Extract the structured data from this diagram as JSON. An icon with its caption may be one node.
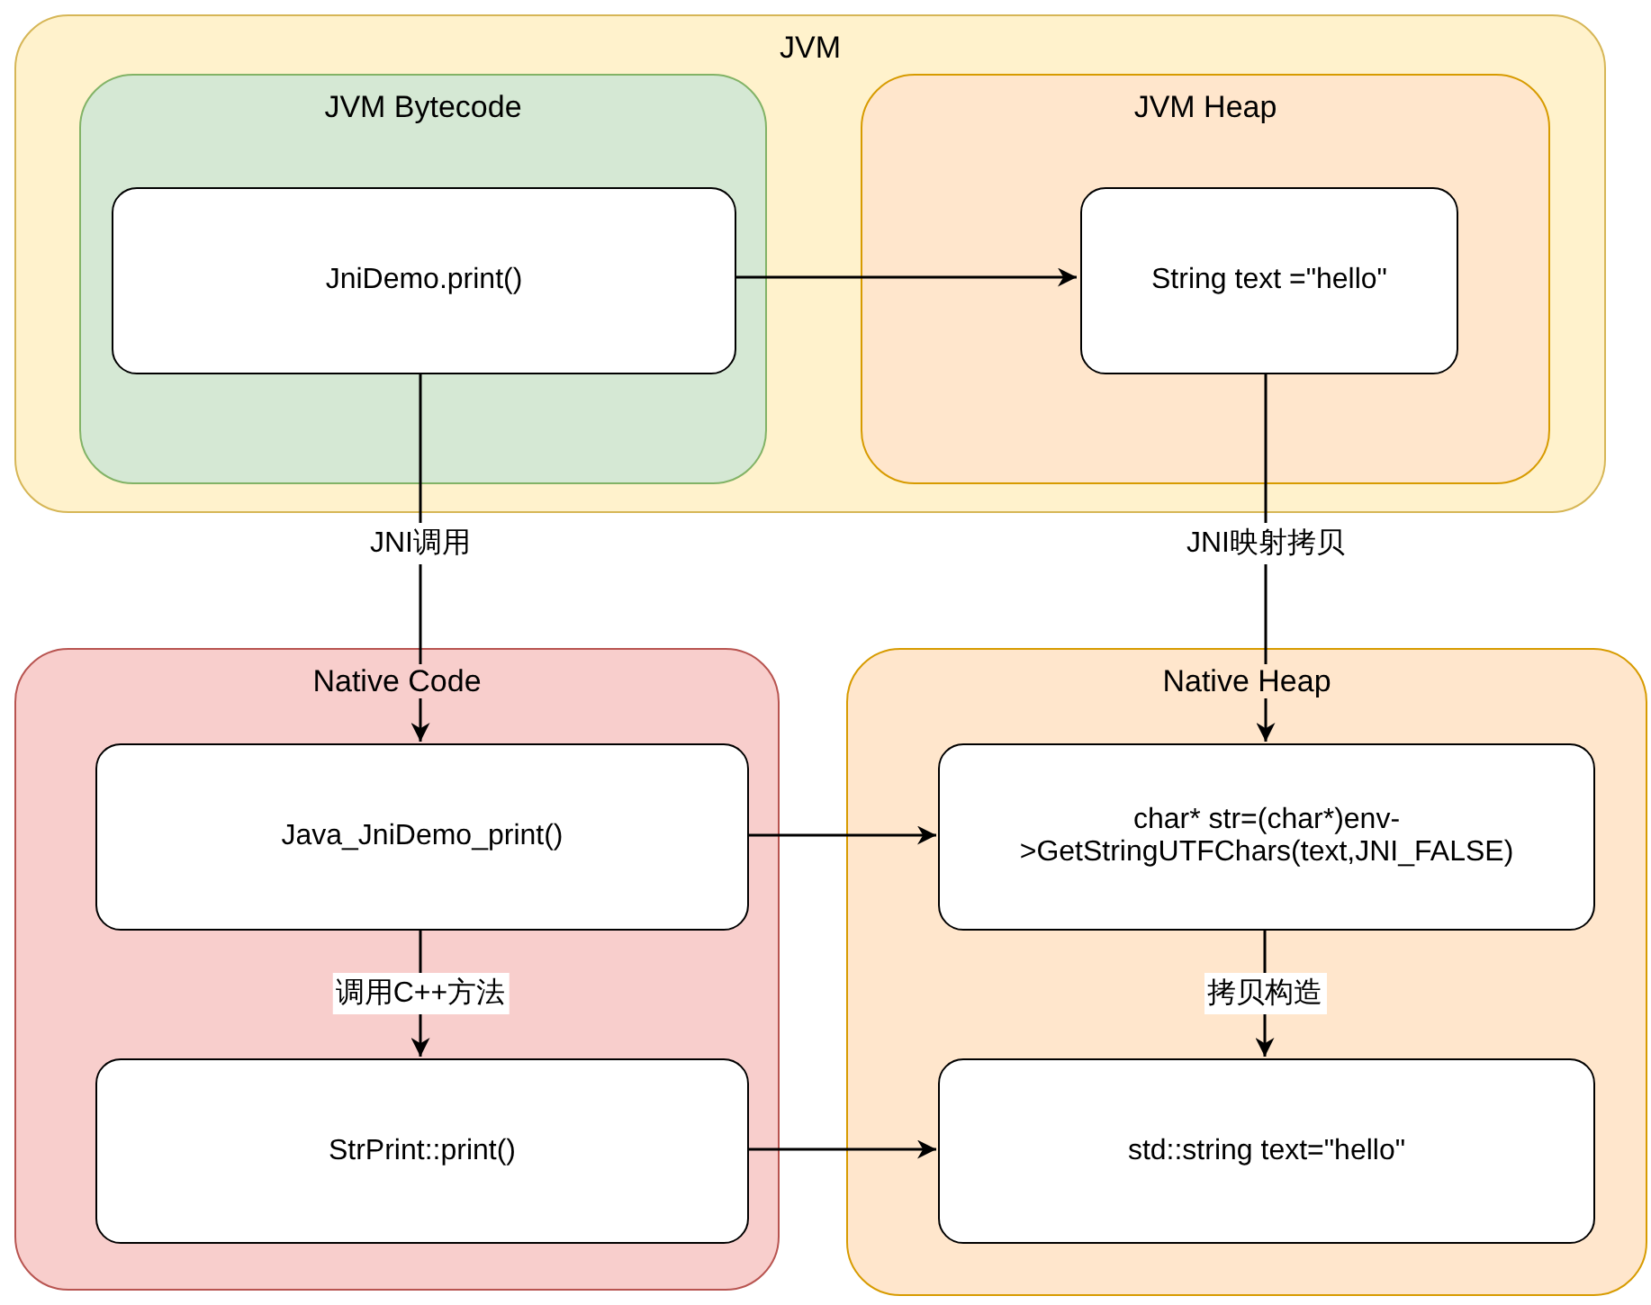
{
  "diagram": {
    "nodes": [
      {
        "text": [
          "JVM"
        ]
      },
      {
        "text": [
          "JVM Bytecode"
        ],
        "in": 0
      },
      {
        "text": [
          "JniDemo.print()"
        ],
        "in": 1
      },
      {
        "text": [
          "JVM Heap"
        ],
        "in": 0
      },
      {
        "text": [
          "String text =\"hello\""
        ],
        "in": 3
      },
      {
        "text": [
          "Native Code"
        ]
      },
      {
        "text": [
          "Java_JniDemo_print()"
        ],
        "in": 5
      },
      {
        "text": [
          "StrPrint::print()"
        ],
        "in": 5
      },
      {
        "text": [
          "Native Heap"
        ]
      },
      {
        "text": [
          "char* str=(char*)env->GetStringUTFChars(text,JNI_FALSE)"
        ],
        "in": 8
      },
      {
        "text": [
          "std::string  text=\"hello\""
        ],
        "in": 8
      }
    ],
    "edges": [
      {
        "from": 2,
        "to": 4,
        "arrow": "to"
      },
      {
        "from": 2,
        "to": 6,
        "arrow": "to",
        "label": "JNI调用"
      },
      {
        "from": 4,
        "to": 9,
        "arrow": "to",
        "label": "JNI映射拷贝"
      },
      {
        "from": 6,
        "to": 9,
        "arrow": "to"
      },
      {
        "from": 6,
        "to": 7,
        "arrow": "to",
        "label": "调用C++方法"
      },
      {
        "from": 9,
        "to": 10,
        "arrow": "to",
        "label": "拷贝构造"
      },
      {
        "from": 7,
        "to": 10,
        "arrow": "to"
      }
    ]
  }
}
